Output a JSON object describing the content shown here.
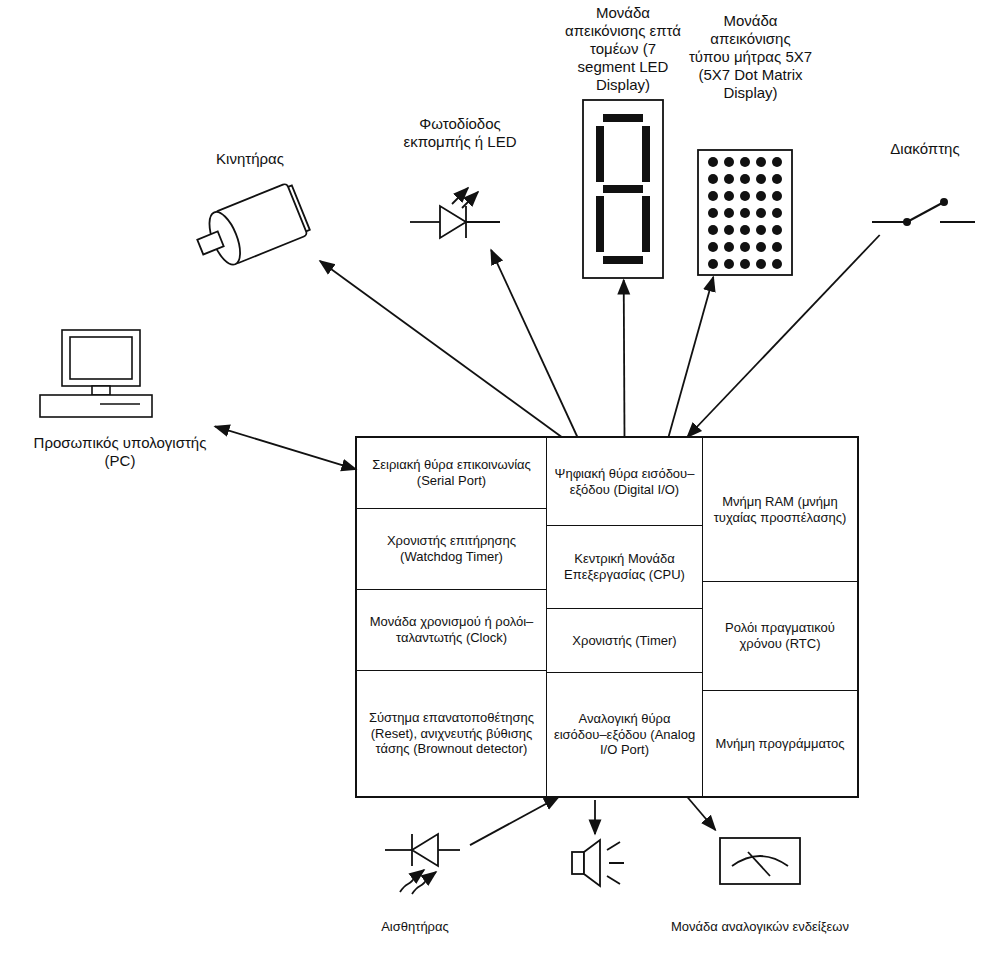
{
  "diagram": {
    "nodes": [
      {
        "text": [
          "Κινητήρας"
        ]
      },
      {
        "text": [
          "Φωτοδίοδος εκπομπής ή LED"
        ]
      },
      {
        "text": [
          "Μονάδα απεικόνισης επτά τομέων (7 segment LED Display)"
        ]
      },
      {
        "text": [
          "Μονάδα απεικόνισης τύπου μήτρας 5X7 (5X7 Dot Matrix Display)"
        ]
      },
      {
        "text": [
          "Διακόπτης"
        ]
      },
      {
        "text": [
          "Προσωπικός υπολογιστής (PC)"
        ]
      },
      {
        "text": [
          "Σειριακή θύρα επικοινωνίας (Serial Port)"
        ]
      },
      {
        "text": [
          "Ψηφιακή θύρα εισόδου–εξόδου (Digital I/O)"
        ]
      },
      {
        "text": [
          "Μνήμη RAM (μνήμη τυχαίας προσπέλασης)"
        ]
      },
      {
        "text": [
          "Χρονιστής επιτήρησης (Watchdog Timer)"
        ]
      },
      {
        "text": [
          "Κεντρική Μονάδα Επεξεργασίας (CPU)"
        ]
      },
      {
        "text": [
          "Ρολόι πραγματικού χρόνου (RTC)"
        ]
      },
      {
        "text": [
          "Μονάδα χρονισμού ή ρολόι–ταλαντωτής (Clock)"
        ]
      },
      {
        "text": [
          "Χρονιστής (Timer)"
        ]
      },
      {
        "text": [
          "Σύστημα επανατοποθέτησης (Reset), ανιχνευτής βύθισης τάσης (Brownout detector)"
        ]
      },
      {
        "text": [
          "Αναλογική θύρα εισόδου–εξόδου (Analog I/O Port)"
        ]
      },
      {
        "text": [
          "Μνήμη προγράμματος"
        ]
      },
      {
        "text": [
          "Αισθητήρας"
        ]
      },
      {
        "text": [
          "Μονάδα αναλογικών ενδείξεων"
        ]
      }
    ],
    "edges": [
      {
        "from": 7,
        "to": 0,
        "arrow": "to"
      },
      {
        "from": 7,
        "to": 1,
        "arrow": "to"
      },
      {
        "from": 7,
        "to": 2,
        "arrow": "to"
      },
      {
        "from": 7,
        "to": 3,
        "arrow": "to"
      },
      {
        "from": 4,
        "to": 7,
        "arrow": "to"
      },
      {
        "from": 5,
        "to": 6,
        "arrow": "both"
      },
      {
        "from": 17,
        "to": 15,
        "arrow": "to"
      },
      {
        "from": 15,
        "to": 18,
        "arrow": "to"
      }
    ]
  }
}
